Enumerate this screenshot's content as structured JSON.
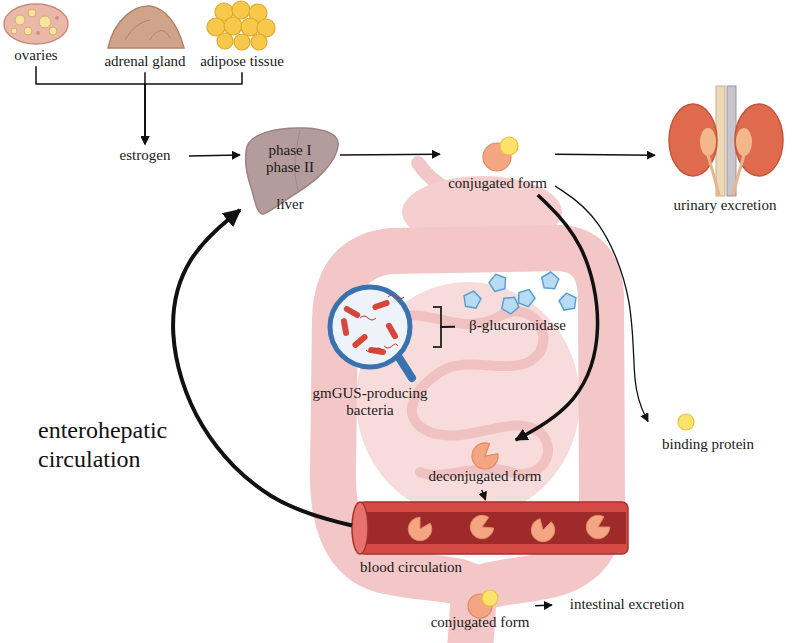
{
  "diagram": {
    "nodes": [
      {
        "text": [
          "ovaries"
        ]
      },
      {
        "text": [
          "adrenal gland"
        ]
      },
      {
        "text": [
          "adipose tissue"
        ]
      },
      {
        "text": [
          "estrogen"
        ]
      },
      {
        "text": [
          "phase I phase II",
          "liver"
        ]
      },
      {
        "text": [
          "conjugated form"
        ]
      },
      {
        "text": [
          "urinary excretion"
        ]
      },
      {
        "text": [
          "β-glucuronidase"
        ]
      },
      {
        "text": [
          "gmGUS-producing bacteria"
        ]
      },
      {
        "text": [
          "binding protein"
        ]
      },
      {
        "text": [
          "deconjugated form"
        ]
      },
      {
        "text": [
          "blood circulation"
        ]
      },
      {
        "text": [
          "conjugated form"
        ]
      },
      {
        "text": [
          "intestinal excretion"
        ]
      }
    ],
    "edges": [
      {
        "from": 0,
        "to": 3,
        "arrow": "to"
      },
      {
        "from": 1,
        "to": 3,
        "arrow": "to"
      },
      {
        "from": 2,
        "to": 3,
        "arrow": "to"
      },
      {
        "from": 3,
        "to": 4,
        "arrow": "to"
      },
      {
        "from": 4,
        "to": 5,
        "arrow": "to"
      },
      {
        "from": 5,
        "to": 6,
        "arrow": "to"
      },
      {
        "from": 5,
        "to": 10,
        "arrow": "to"
      },
      {
        "from": 5,
        "to": 9,
        "arrow": "to"
      },
      {
        "from": 8,
        "to": 7,
        "arrow": "none"
      },
      {
        "from": 10,
        "to": 11,
        "arrow": "to"
      },
      {
        "from": 11,
        "to": 4,
        "label": "enterohepatic circulation",
        "arrow": "to"
      },
      {
        "from": 12,
        "to": 13,
        "arrow": "to"
      }
    ]
  }
}
